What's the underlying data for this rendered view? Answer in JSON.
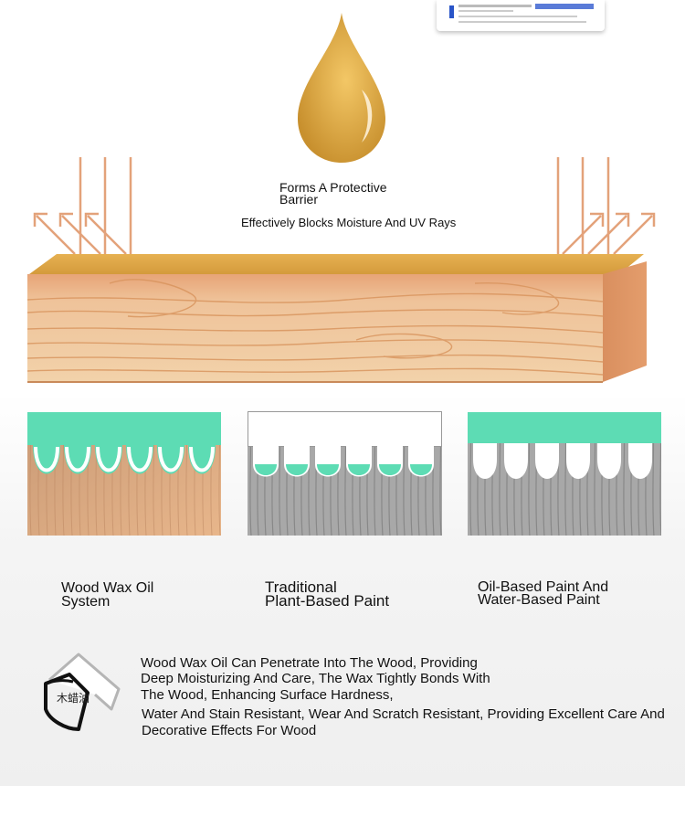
{
  "hero": {
    "line1": "Forms A Protective",
    "line2": "Barrier",
    "subtitle": "Effectively Blocks Moisture And UV Rays"
  },
  "comparison": [
    {
      "line1": "Wood Wax Oil",
      "line2": "System"
    },
    {
      "line1": "Traditional",
      "line2": "Plant-Based Paint"
    },
    {
      "line1": "Oil-Based Paint And",
      "line2": "Water-Based Paint"
    }
  ],
  "description": {
    "line1": "Wood Wax Oil Can Penetrate Into The Wood, Providing",
    "line2": "Deep Moisturizing And Care, The Wax Tightly Bonds With",
    "line3": "The Wood, Enhancing Surface Hardness,",
    "line4": "Water And Stain Resistant, Wear And Scratch Resistant, Providing Excellent Care And",
    "line5": "Decorative Effects For Wood"
  },
  "colors": {
    "oil": "#d9a13a",
    "coating": "#5ddcb4",
    "wood": "#e9b889",
    "arrow": "#e3a27a"
  },
  "icons": {
    "brand": "paint-bucket-icon"
  }
}
